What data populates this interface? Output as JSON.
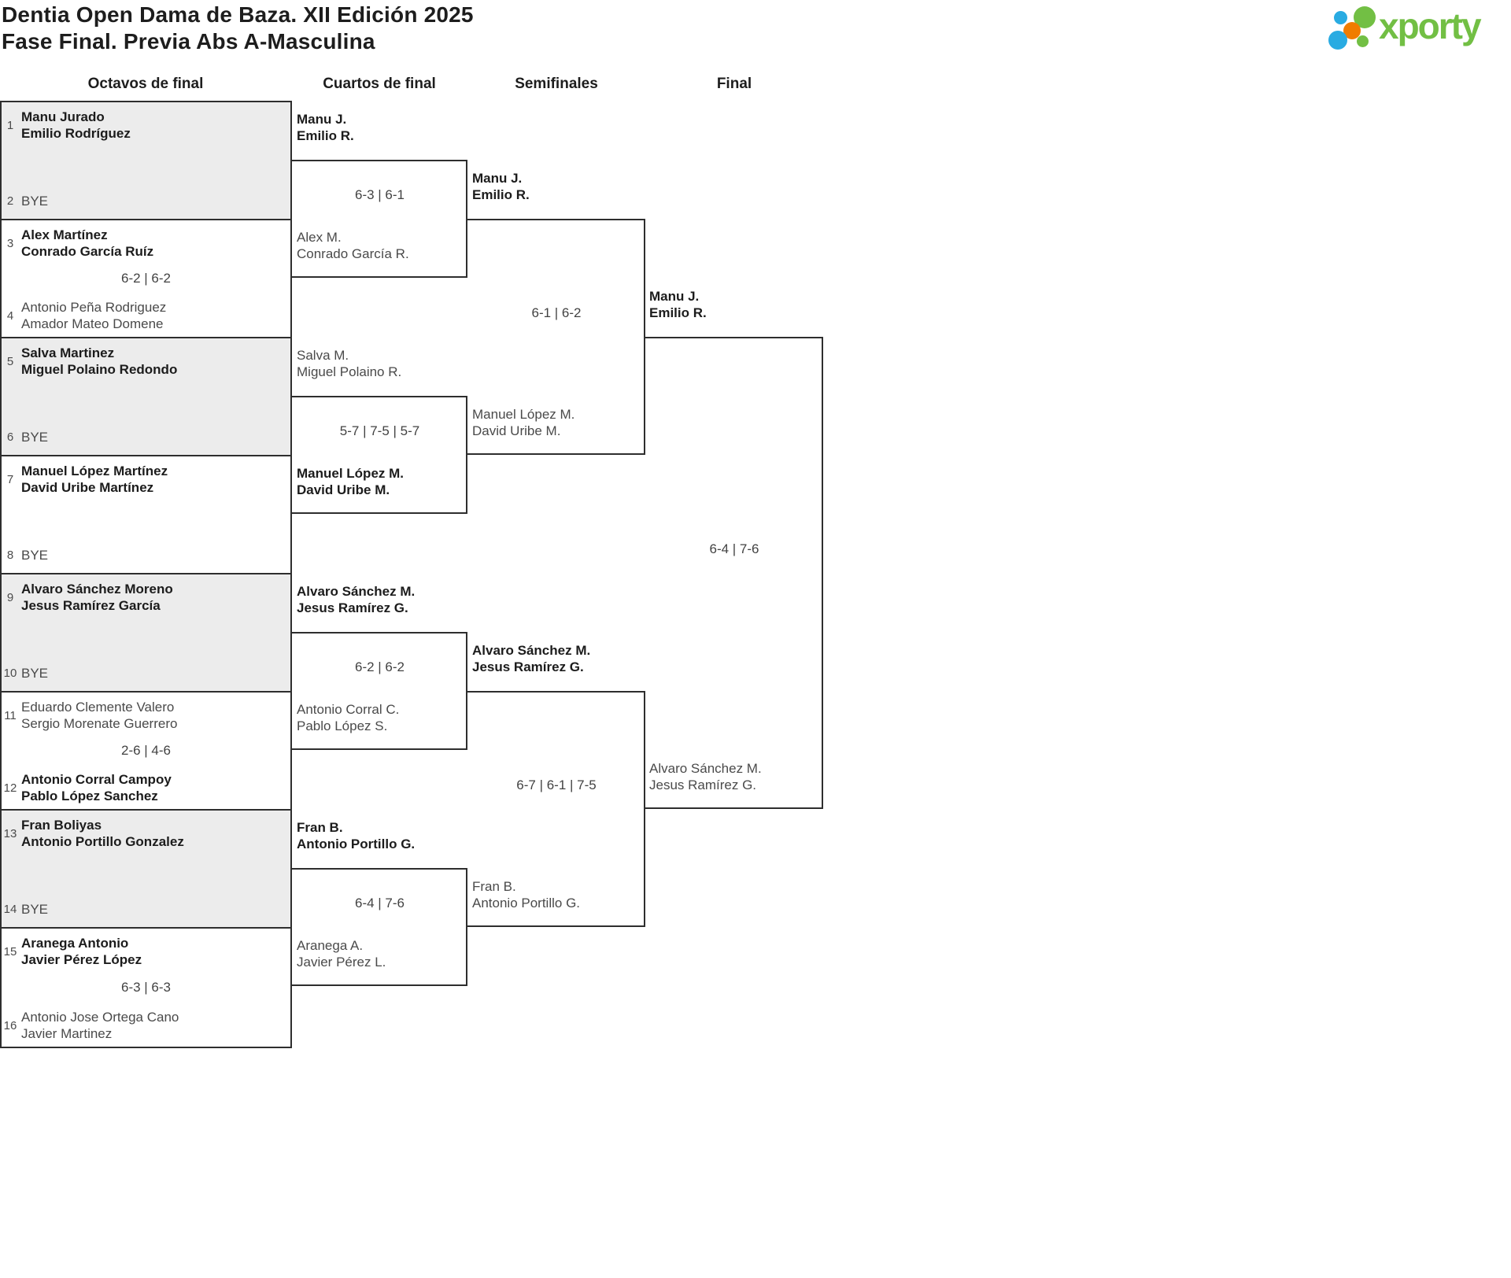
{
  "header": {
    "title_line1": "Dentia Open Dama de Baza. XII Edición 2025",
    "title_line2": "Fase Final. Previa Abs A-Masculina",
    "logo_text": "xporty"
  },
  "colors": {
    "logo_green": "#72bf44",
    "logo_blue": "#29abe2",
    "logo_orange": "#f07c00",
    "box_border": "#2e2e2e",
    "bye_row_fill": "#ececec",
    "winner_text": "#1c1c1c",
    "regular_text": "#4a4a4a"
  },
  "rounds": [
    "Octavos de final",
    "Cuartos de final",
    "Semifinales",
    "Final"
  ],
  "octavos": [
    {
      "top": {
        "seed": "1",
        "p1": "Manu Jurado",
        "p2": "Emilio Rodríguez"
      },
      "bottom": {
        "seed": "2",
        "p1": "BYE"
      },
      "winner": "top"
    },
    {
      "top": {
        "seed": "3",
        "p1": "Alex Martínez",
        "p2": "Conrado García Ruíz"
      },
      "score": "6-2 | 6-2",
      "bottom": {
        "seed": "4",
        "p1": "Antonio Peña Rodriguez",
        "p2": "Amador Mateo Domene"
      },
      "winner": "top"
    },
    {
      "top": {
        "seed": "5",
        "p1": "Salva Martinez",
        "p2": "Miguel Polaino Redondo"
      },
      "bottom": {
        "seed": "6",
        "p1": "BYE"
      },
      "winner": "top"
    },
    {
      "top": {
        "seed": "7",
        "p1": "Manuel López Martínez",
        "p2": "David Uribe Martínez"
      },
      "bottom": {
        "seed": "8",
        "p1": "BYE"
      },
      "winner": "top"
    },
    {
      "top": {
        "seed": "9",
        "p1": "Alvaro Sánchez Moreno",
        "p2": "Jesus Ramírez García"
      },
      "bottom": {
        "seed": "10",
        "p1": "BYE"
      },
      "winner": "top"
    },
    {
      "top": {
        "seed": "11",
        "p1": "Eduardo Clemente Valero",
        "p2": "Sergio Morenate Guerrero"
      },
      "score": "2-6 | 4-6",
      "bottom": {
        "seed": "12",
        "p1": "Antonio Corral Campoy",
        "p2": "Pablo López Sanchez"
      },
      "winner": "bottom"
    },
    {
      "top": {
        "seed": "13",
        "p1": "Fran Boliyas",
        "p2": "Antonio Portillo Gonzalez"
      },
      "bottom": {
        "seed": "14",
        "p1": "BYE"
      },
      "winner": "top"
    },
    {
      "top": {
        "seed": "15",
        "p1": "Aranega Antonio",
        "p2": "Javier Pérez López"
      },
      "score": "6-3 | 6-3",
      "bottom": {
        "seed": "16",
        "p1": "Antonio Jose Ortega Cano",
        "p2": "Javier Martinez"
      },
      "winner": "top"
    }
  ],
  "cuartos": [
    {
      "top": {
        "p1": "Manu J.",
        "p2": "Emilio R."
      },
      "score": "6-3 | 6-1",
      "bottom": {
        "p1": "Alex M.",
        "p2": "Conrado García R."
      },
      "winner": "top"
    },
    {
      "top": {
        "p1": "Salva M.",
        "p2": "Miguel Polaino R."
      },
      "score": "5-7 | 7-5 | 5-7",
      "bottom": {
        "p1": "Manuel López M.",
        "p2": "David Uribe M."
      },
      "winner": "bottom"
    },
    {
      "top": {
        "p1": "Alvaro Sánchez M.",
        "p2": "Jesus Ramírez G."
      },
      "score": "6-2 | 6-2",
      "bottom": {
        "p1": "Antonio Corral C.",
        "p2": "Pablo López S."
      },
      "winner": "top"
    },
    {
      "top": {
        "p1": "Fran B.",
        "p2": "Antonio Portillo G."
      },
      "score": "6-4 | 7-6",
      "bottom": {
        "p1": "Aranega A.",
        "p2": "Javier Pérez L."
      },
      "winner": "top"
    }
  ],
  "semifinales": [
    {
      "top": {
        "p1": "Manu J.",
        "p2": "Emilio R."
      },
      "score": "6-1 | 6-2",
      "bottom": {
        "p1": "Manuel López M.",
        "p2": "David Uribe M."
      },
      "winner": "top"
    },
    {
      "top": {
        "p1": "Alvaro Sánchez M.",
        "p2": "Jesus Ramírez G."
      },
      "score": "6-7 | 6-1 | 7-5",
      "bottom": {
        "p1": "Fran B.",
        "p2": "Antonio Portillo G."
      },
      "winner": "top"
    }
  ],
  "final": {
    "top": {
      "p1": "Manu J.",
      "p2": "Emilio R."
    },
    "score": "6-4 | 7-6",
    "bottom": {
      "p1": "Alvaro Sánchez M.",
      "p2": "Jesus Ramírez G."
    },
    "winner": "top"
  }
}
